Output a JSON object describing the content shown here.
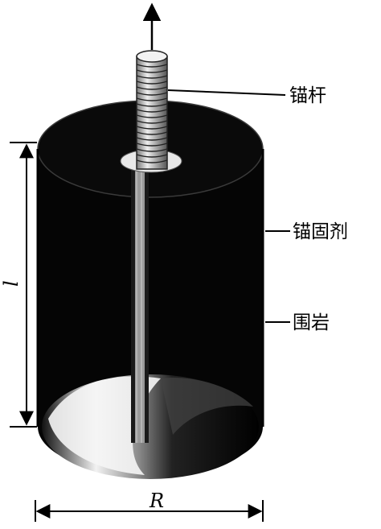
{
  "labels": {
    "bolt": "锚杆",
    "grout": "锚固剂",
    "rock": "围岩"
  },
  "dimensions": {
    "length": "l",
    "radius": "R"
  }
}
